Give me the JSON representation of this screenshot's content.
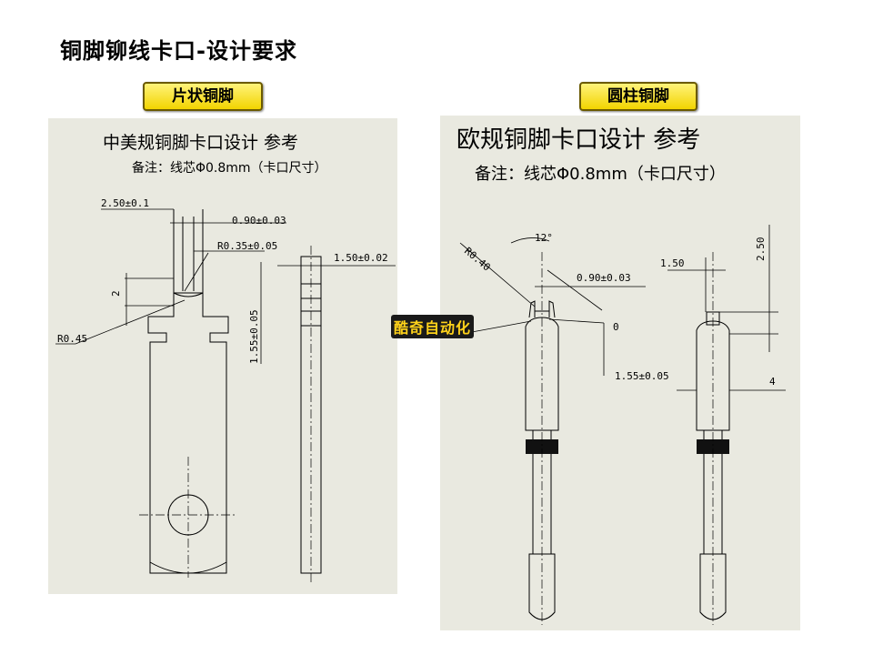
{
  "slide": {
    "title": "铜脚铆线卡口-设计要求"
  },
  "labels": {
    "left": "片状铜脚",
    "right": "圆柱铜脚"
  },
  "left_drawing": {
    "title": "中美规铜脚卡口设计  参考",
    "note": "备注：线芯Φ0.8mm（卡口尺寸）",
    "dims": {
      "d1": "2.50±0.1",
      "d2": "0.90±0.03",
      "d3": "R0.35±0.05",
      "d4": "1.50±0.02",
      "d5": "2",
      "d6": "1.55±0.05",
      "d7": "R0.45"
    }
  },
  "right_drawing": {
    "title": "欧规铜脚卡口设计  参考",
    "note": "备注：线芯Φ0.8mm（卡口尺寸）",
    "dims": {
      "d1": "R0.40",
      "d2": "12°",
      "d3": "0.90±0.03",
      "d4": "0",
      "d5": "1.55±0.05",
      "d6": "1.50",
      "d7": "2.50",
      "d8": "4"
    }
  },
  "watermark": "酷奇自动化"
}
